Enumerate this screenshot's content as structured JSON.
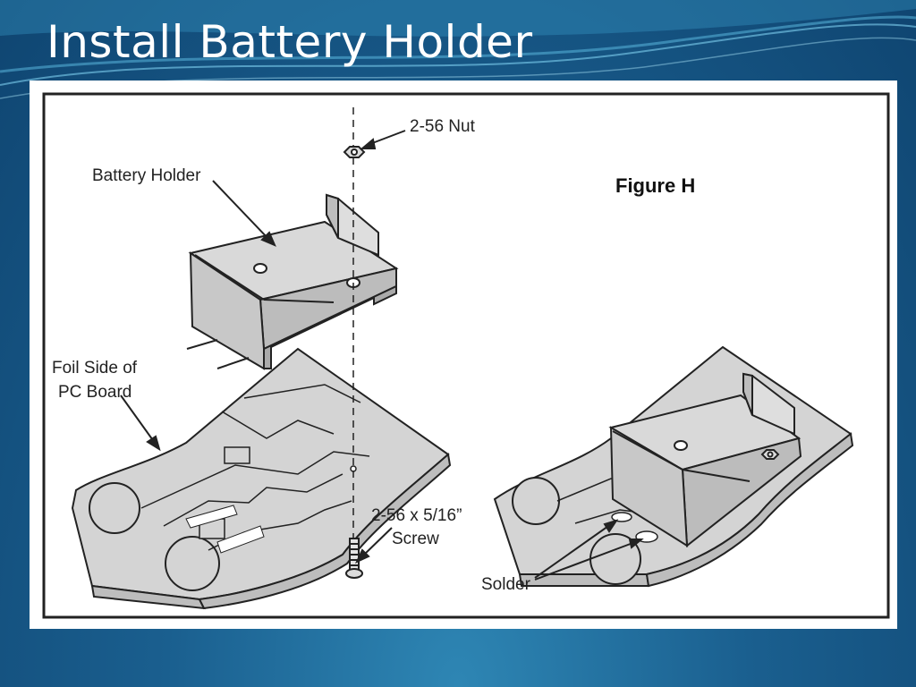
{
  "slide": {
    "title": "Install Battery Holder"
  },
  "figure": {
    "title": "Figure H",
    "labels": {
      "nut": "2-56 Nut",
      "battery_holder": "Battery Holder",
      "foil_side_line1": "Foil Side of",
      "foil_side_line2": "PC Board",
      "screw_line1": "2-56 x 5/16”",
      "screw_line2": "Screw",
      "solder": "Solder"
    }
  },
  "colors": {
    "background": "#1a5f8f",
    "title_text": "#ffffff",
    "frame": "#ffffff",
    "line_art": "#222222",
    "part_fill": "#cfcfcf",
    "board_fill": "#d4d4d4"
  }
}
